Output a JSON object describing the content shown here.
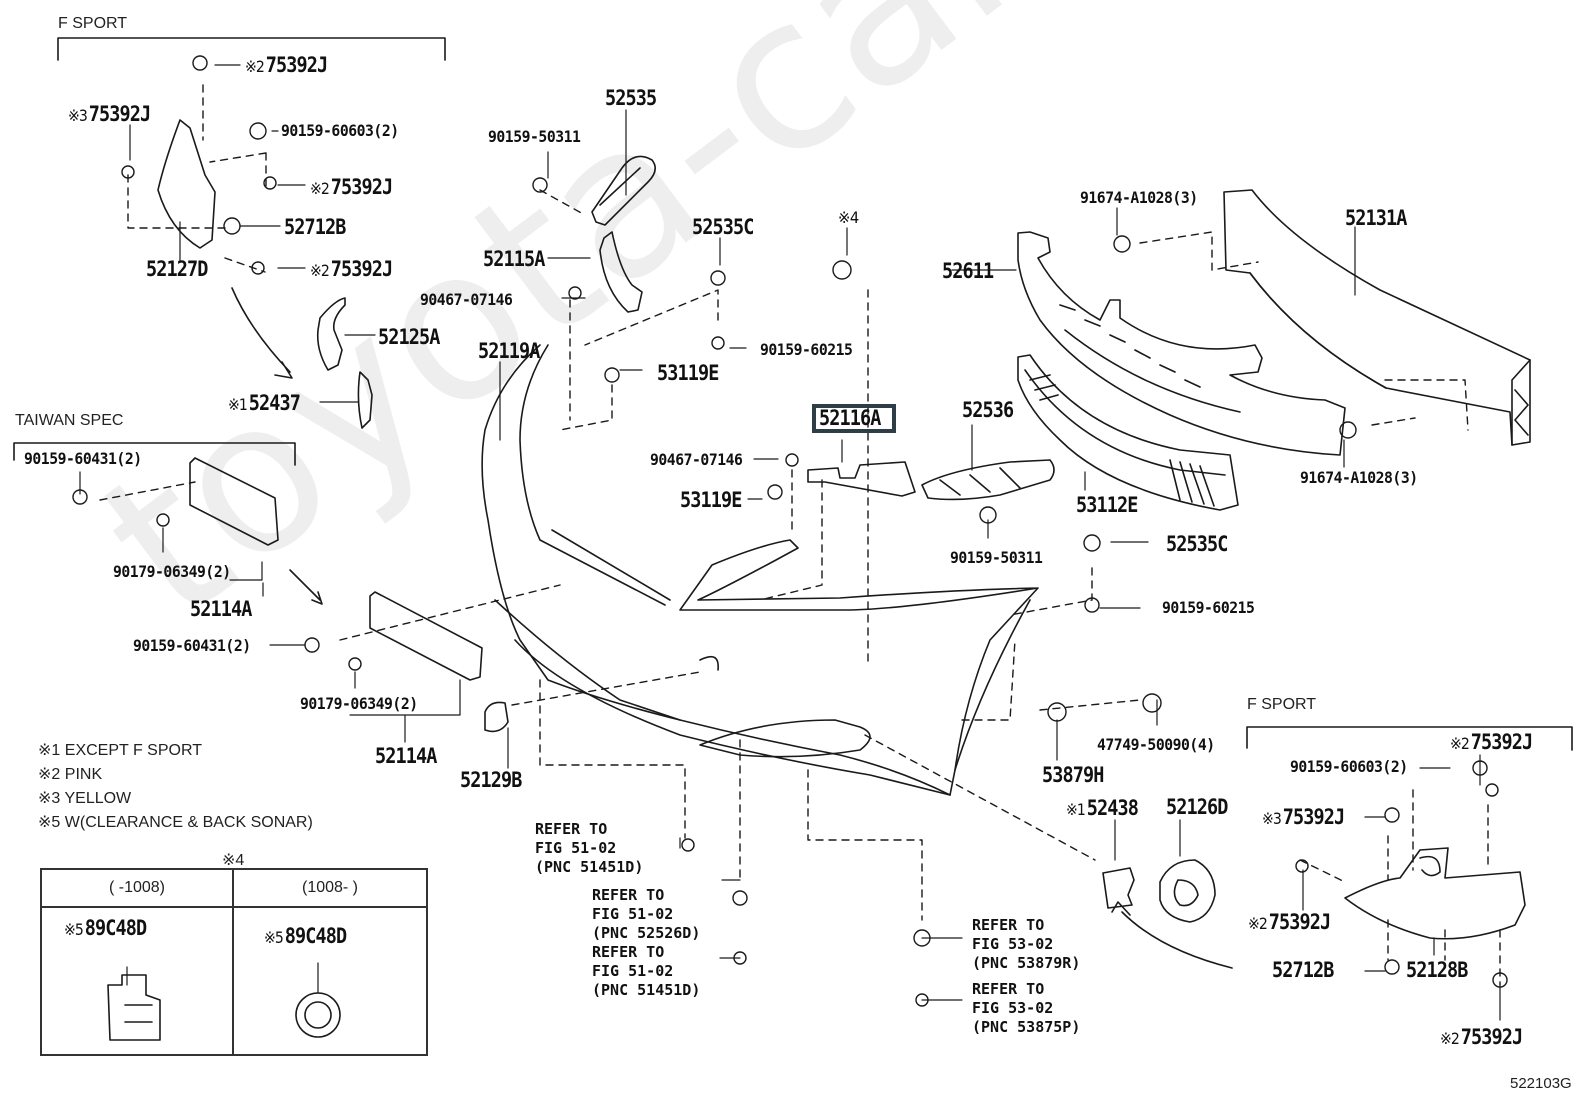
{
  "diagram": {
    "figure_id": "522103G",
    "watermark": "toyota-camry.ru",
    "highlighted_part": "52116A"
  },
  "sections": {
    "f_sport_top": "F SPORT",
    "taiwan_spec": "TAIWAN SPEC",
    "f_sport_bottom": "F SPORT"
  },
  "notes": [
    {
      "mark": "※1",
      "text": "EXCEPT F SPORT"
    },
    {
      "mark": "※2",
      "text": "PINK"
    },
    {
      "mark": "※3",
      "text": "YELLOW"
    },
    {
      "mark": "※5",
      "text": "W(CLEARANCE & BACK SONAR)"
    }
  ],
  "sub_table": {
    "title": "※4",
    "columns": [
      {
        "range": "(      -1008)",
        "part_mark": "※5",
        "part": "89C48D"
      },
      {
        "range": "(1008-      )",
        "part_mark": "※5",
        "part": "89C48D"
      }
    ]
  },
  "parts": {
    "p75392J_a": {
      "mark": "※2",
      "num": "75392J"
    },
    "p75392J_b": {
      "mark": "※3",
      "num": "75392J"
    },
    "p90159_60603_a": {
      "mark": "",
      "num": "90159-60603(2)"
    },
    "p75392J_c": {
      "mark": "※2",
      "num": "75392J"
    },
    "p52712B_a": {
      "mark": "",
      "num": "52712B"
    },
    "p52127D": {
      "mark": "",
      "num": "52127D"
    },
    "p75392J_d": {
      "mark": "※2",
      "num": "75392J"
    },
    "p52125A": {
      "mark": "",
      "num": "52125A"
    },
    "p52437": {
      "mark": "※1",
      "num": "52437"
    },
    "p90159_60431_a": {
      "mark": "",
      "num": "90159-60431(2)"
    },
    "p90179_06349_a": {
      "mark": "",
      "num": "90179-06349(2)"
    },
    "p52114A_a": {
      "mark": "",
      "num": "52114A"
    },
    "p90159_60431_b": {
      "mark": "",
      "num": "90159-60431(2)"
    },
    "p90179_06349_b": {
      "mark": "",
      "num": "90179-06349(2)"
    },
    "p52114A_b": {
      "mark": "",
      "num": "52114A"
    },
    "p52129B": {
      "mark": "",
      "num": "52129B"
    },
    "p52535": {
      "mark": "",
      "num": "52535"
    },
    "p90159_50311_a": {
      "mark": "",
      "num": "90159-50311"
    },
    "p52115A": {
      "mark": "",
      "num": "52115A"
    },
    "p52535C_a": {
      "mark": "",
      "num": "52535C"
    },
    "p90467_07146_a": {
      "mark": "",
      "num": "90467-07146"
    },
    "p90159_60215_a": {
      "mark": "",
      "num": "90159-60215"
    },
    "p52119A": {
      "mark": "",
      "num": "52119A"
    },
    "p53119E_a": {
      "mark": "",
      "num": "53119E"
    },
    "p_star4": {
      "mark": "※4",
      "num": ""
    },
    "p52116A": {
      "mark": "",
      "num": "52116A"
    },
    "p90467_07146_b": {
      "mark": "",
      "num": "90467-07146"
    },
    "p53119E_b": {
      "mark": "",
      "num": "53119E"
    },
    "p52536": {
      "mark": "",
      "num": "52536"
    },
    "p90159_50311_b": {
      "mark": "",
      "num": "90159-50311"
    },
    "p53112E": {
      "mark": "",
      "num": "53112E"
    },
    "p52535C_b": {
      "mark": "",
      "num": "52535C"
    },
    "p90159_60215_b": {
      "mark": "",
      "num": "90159-60215"
    },
    "p91674_top": {
      "mark": "",
      "num": "91674-A1028(3)"
    },
    "p52131A": {
      "mark": "",
      "num": "52131A"
    },
    "p52611": {
      "mark": "",
      "num": "52611"
    },
    "p91674_bot": {
      "mark": "",
      "num": "91674-A1028(3)"
    },
    "p53879H": {
      "mark": "",
      "num": "53879H"
    },
    "p47749": {
      "mark": "",
      "num": "47749-50090(4)"
    },
    "p52438": {
      "mark": "※1",
      "num": "52438"
    },
    "p52126D": {
      "mark": "",
      "num": "52126D"
    },
    "p75392J_e": {
      "mark": "※2",
      "num": "75392J"
    },
    "p90159_60603_b": {
      "mark": "",
      "num": "90159-60603(2)"
    },
    "p75392J_f": {
      "mark": "※3",
      "num": "75392J"
    },
    "p75392J_g": {
      "mark": "※2",
      "num": "75392J"
    },
    "p52712B_b": {
      "mark": "",
      "num": "52712B"
    },
    "p52128B": {
      "mark": "",
      "num": "52128B"
    },
    "p75392J_h": {
      "mark": "※2",
      "num": "75392J"
    }
  },
  "references": {
    "ref1": "REFER TO\nFIG 51-02\n(PNC 51451D)",
    "ref2": "REFER TO\nFIG 51-02\n(PNC 52526D)",
    "ref3": "REFER TO\nFIG 51-02\n(PNC 51451D)",
    "ref4": "REFER TO\nFIG 53-02\n(PNC 53879R)",
    "ref5": "REFER TO\nFIG 53-02\n(PNC 53875P)"
  }
}
